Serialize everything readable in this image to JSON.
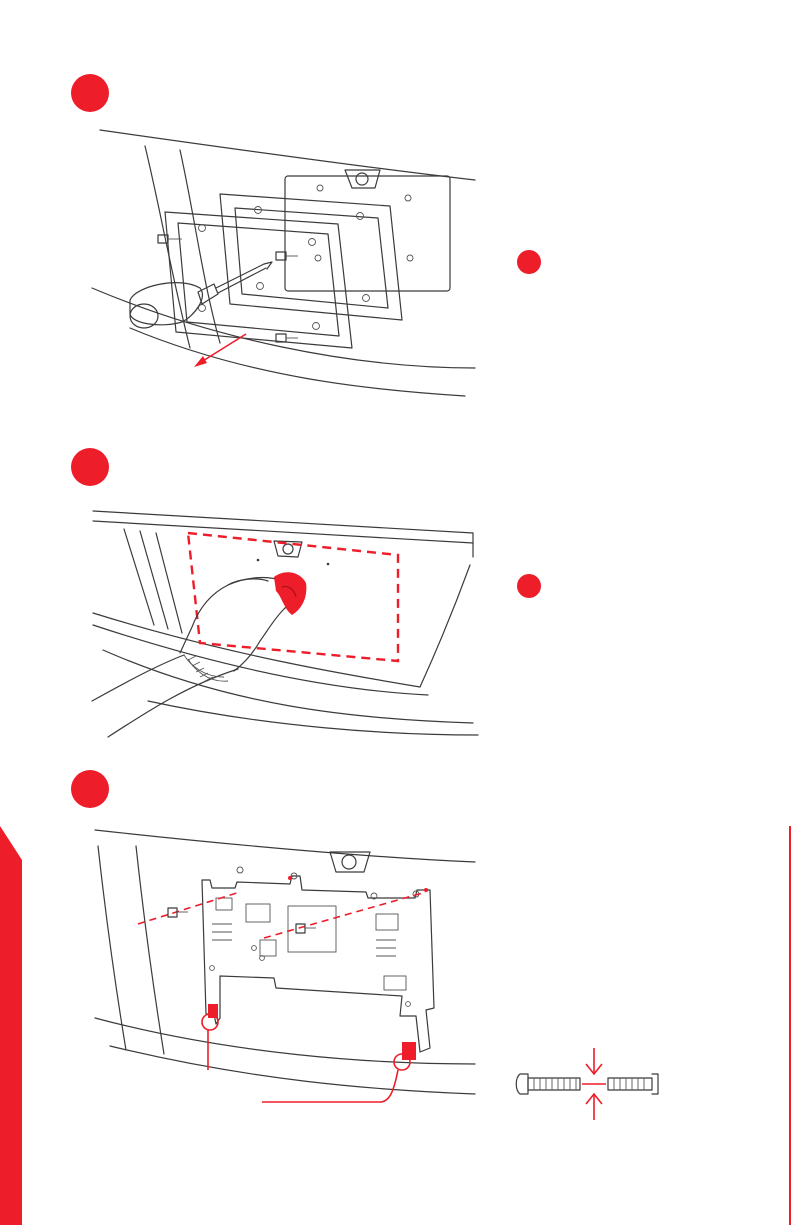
{
  "colors": {
    "accent": "#ee1d2a",
    "line": "#3b3b3b",
    "paper": "#ffffff"
  },
  "steps": [
    {
      "figure": "remove-existing-plate-frame"
    },
    {
      "figure": "clean-mounting-area"
    },
    {
      "figure": "attach-mounting-bracket"
    }
  ],
  "side_notes": [
    {
      "marker": "note-dot"
    },
    {
      "marker": "note-dot"
    }
  ],
  "icons": [
    "screwdriver-icon",
    "hand-wiping-icon",
    "bolt-gap-icon",
    "arrow-icon"
  ]
}
